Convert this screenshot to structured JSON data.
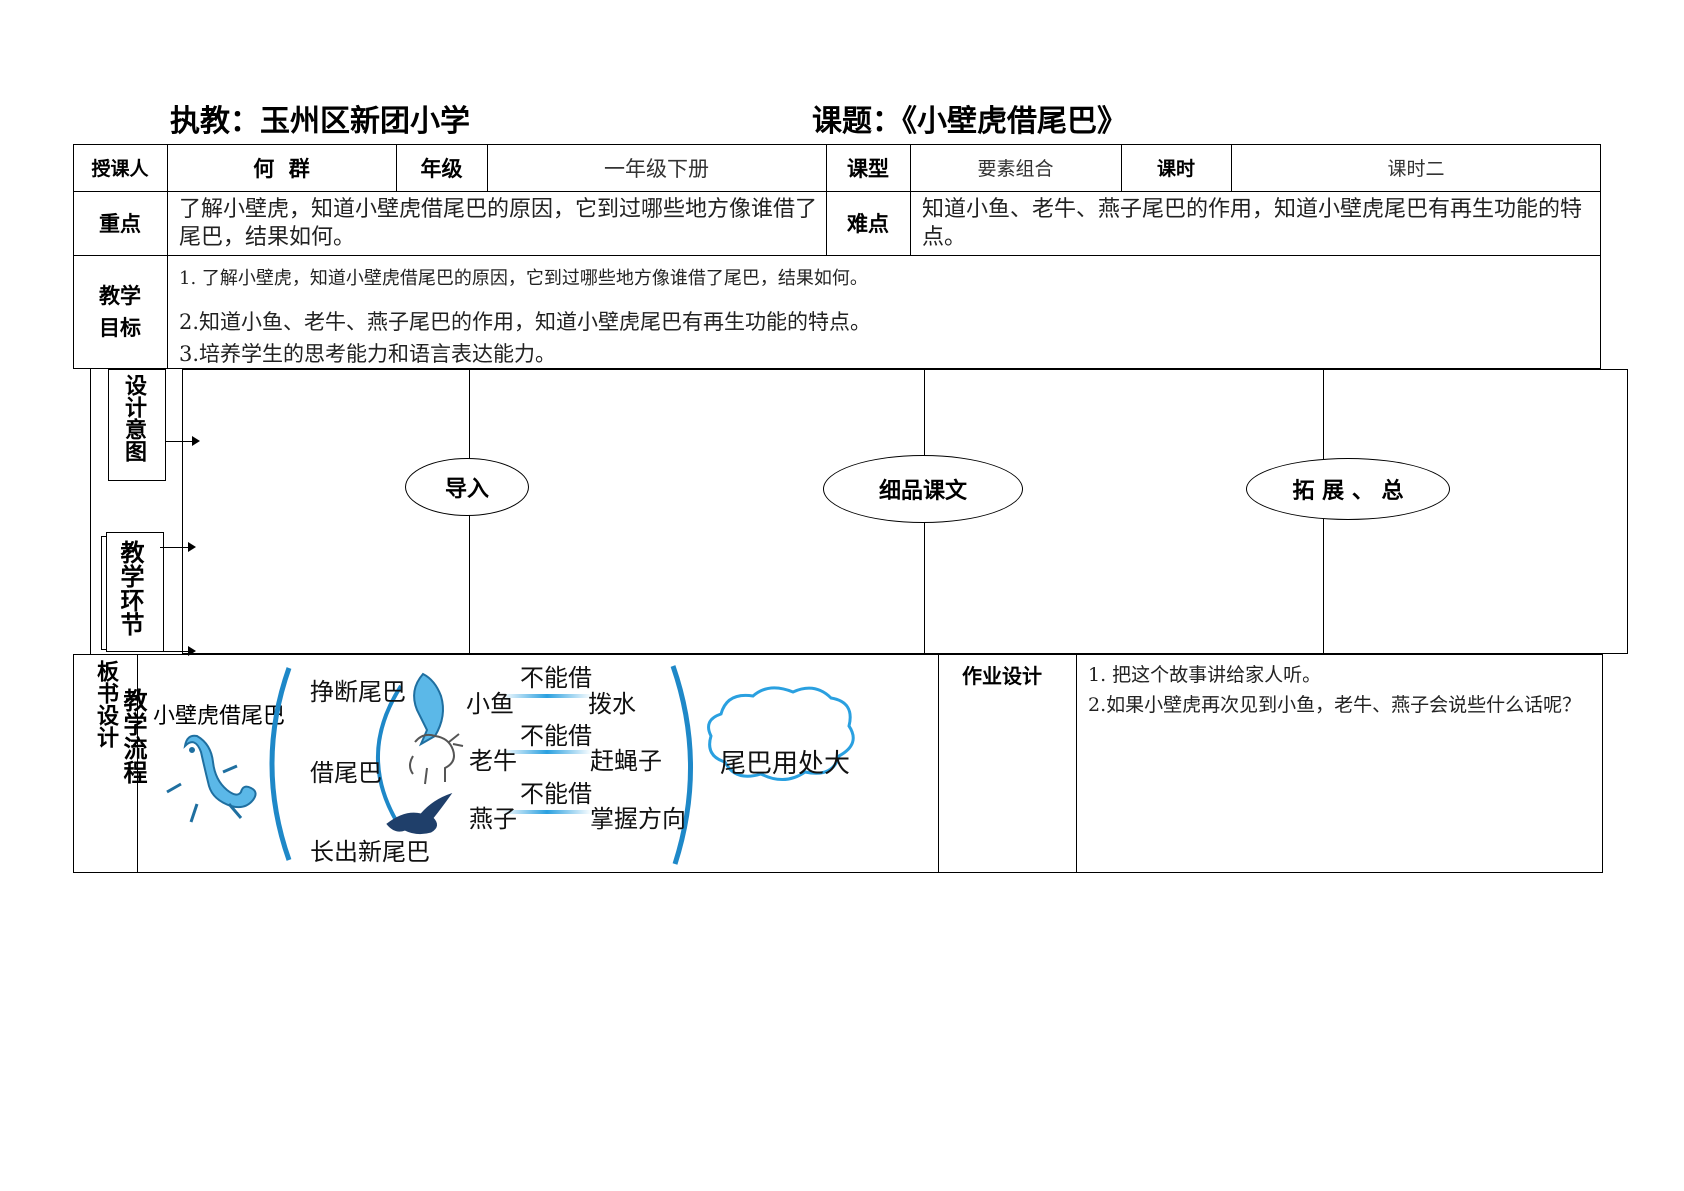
{
  "header": {
    "teacher_label": "执教：玉州区新团小学",
    "lesson_title": "课题：《小壁虎借尾巴》"
  },
  "info_row": {
    "instructor_label": "授课人",
    "instructor_value": "何  群",
    "grade_label": "年级",
    "grade_value": "一年级下册",
    "type_label": "课型",
    "type_value": "要素组合",
    "period_label": "课时",
    "period_value": "课时二"
  },
  "focus_row": {
    "key_label": "重点",
    "key_text": "了解小壁虎，知道小壁虎借尾巴的原因，它到过哪些地方像谁借了尾巴，结果如何。",
    "difficulty_label": "难点",
    "difficulty_text": "知道小鱼、老牛、燕子尾巴的作用，知道小壁虎尾巴有再生功能的特点。"
  },
  "objectives": {
    "label": "教学目标",
    "items": [
      "1. 了解小壁虎，知道小壁虎借尾巴的原因，它到过哪些地方像谁借了尾巴，结果如何。",
      "2.知道小鱼、老牛、燕子尾巴的作用，知道小壁虎尾巴有再生功能的特点。",
      "3.培养学生的思考能力和语言表达能力。"
    ]
  },
  "flow": {
    "side_label": "教学流程",
    "design_intent_label": "设计意图",
    "teaching_steps_label": "教学环节",
    "stages": [
      "导入",
      "细品课文",
      "拓 展 、 总"
    ]
  },
  "board": {
    "label": "板书设计",
    "title": "小壁虎借尾巴",
    "left_items": [
      "挣断尾巴",
      "借尾巴",
      "长出新尾巴"
    ],
    "animals": [
      {
        "name": "小鱼",
        "result": "不能借",
        "use": "拨水"
      },
      {
        "name": "老牛",
        "result": "不能借",
        "use": "赶蝇子"
      },
      {
        "name": "燕子",
        "result": "不能借",
        "use": "掌握方向"
      }
    ],
    "conclusion": "尾巴用处大"
  },
  "homework": {
    "label": "作业设计",
    "items": [
      "1. 把这个故事讲给家人听。",
      "2.如果小壁虎再次见到小鱼，老牛、燕子会说些什么话呢？"
    ]
  },
  "colors": {
    "line": "#000000",
    "illustration_blue": "#3aa0d8",
    "illustration_dark": "#1f6fa0"
  }
}
